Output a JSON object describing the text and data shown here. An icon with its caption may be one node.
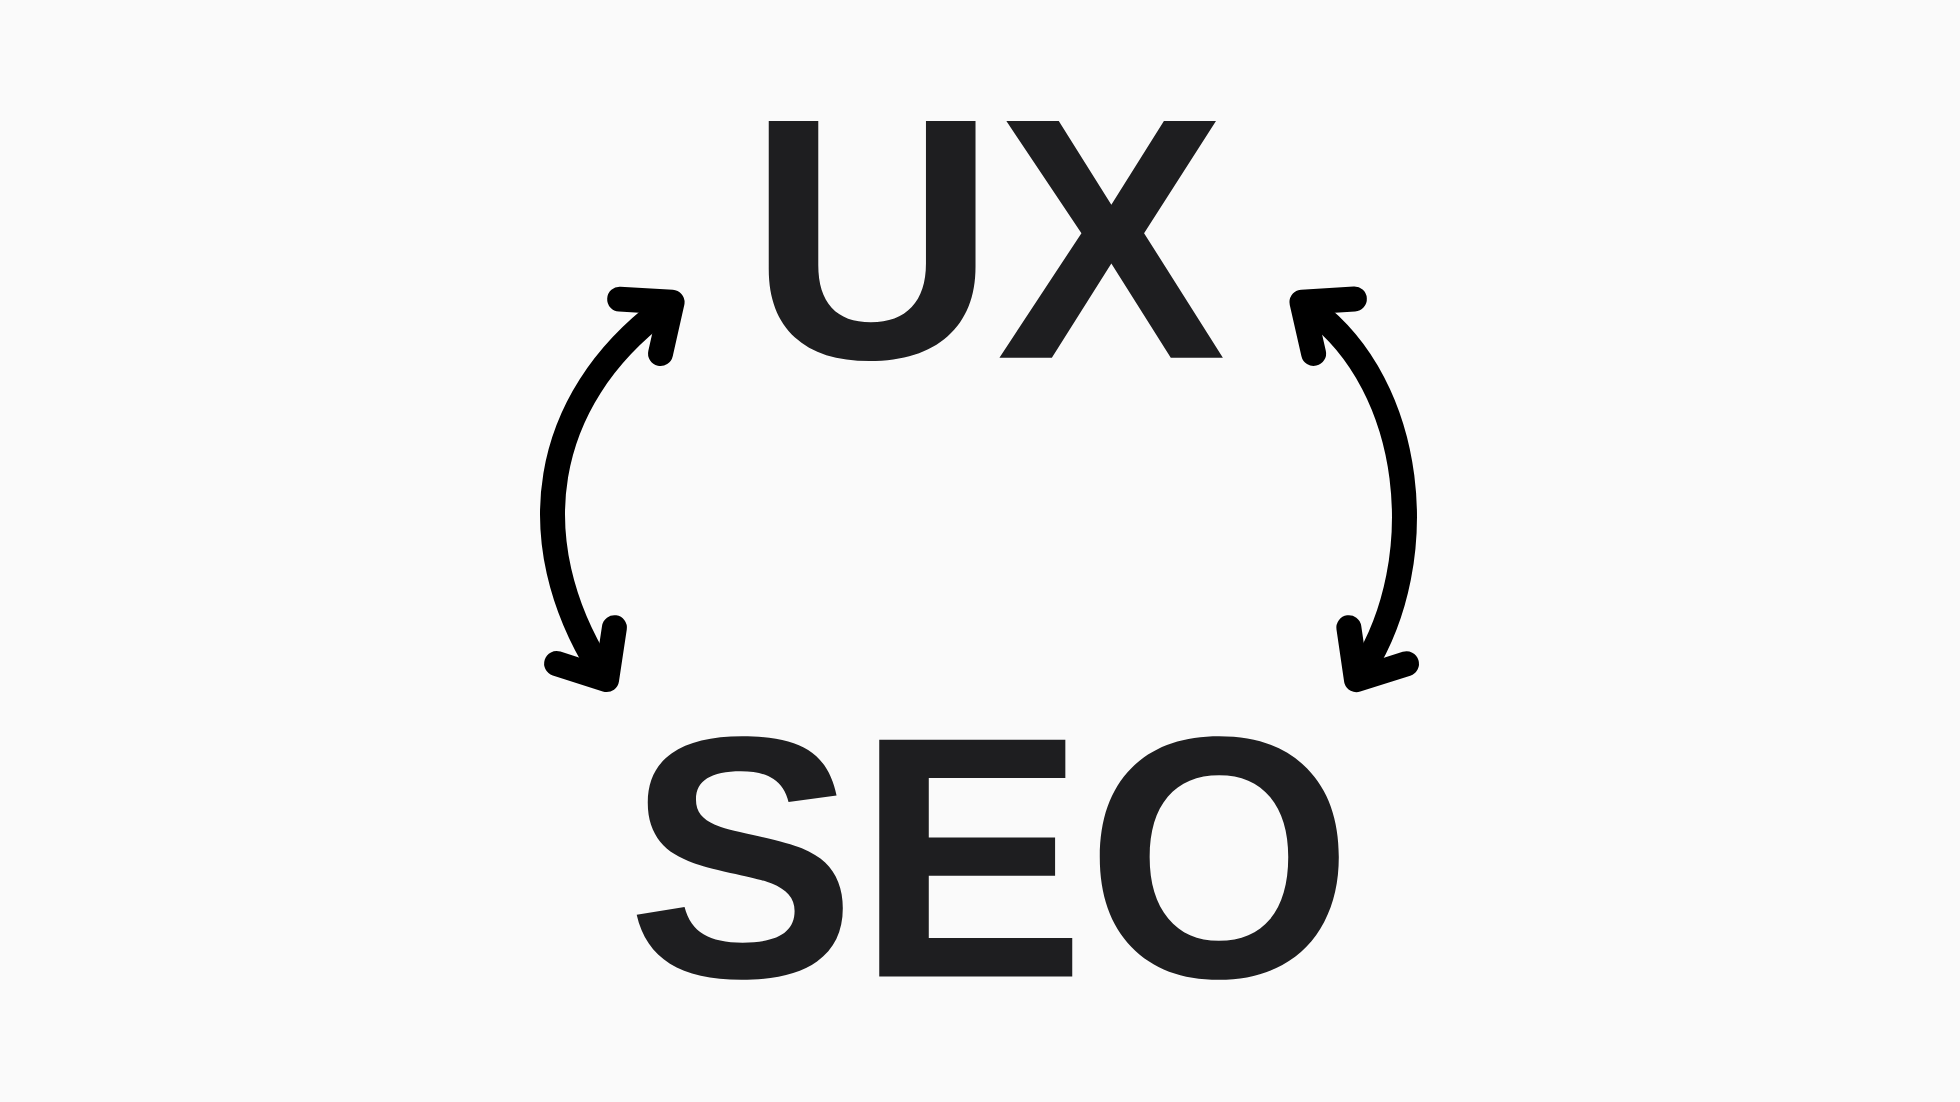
{
  "diagram": {
    "nodes": [
      {
        "text": [
          "UX"
        ]
      },
      {
        "text": [
          "SEO"
        ]
      }
    ],
    "edges": [
      {
        "from": 0,
        "to": 1,
        "arrow": "both"
      },
      {
        "from": 0,
        "to": 1,
        "arrow": "both"
      }
    ]
  }
}
